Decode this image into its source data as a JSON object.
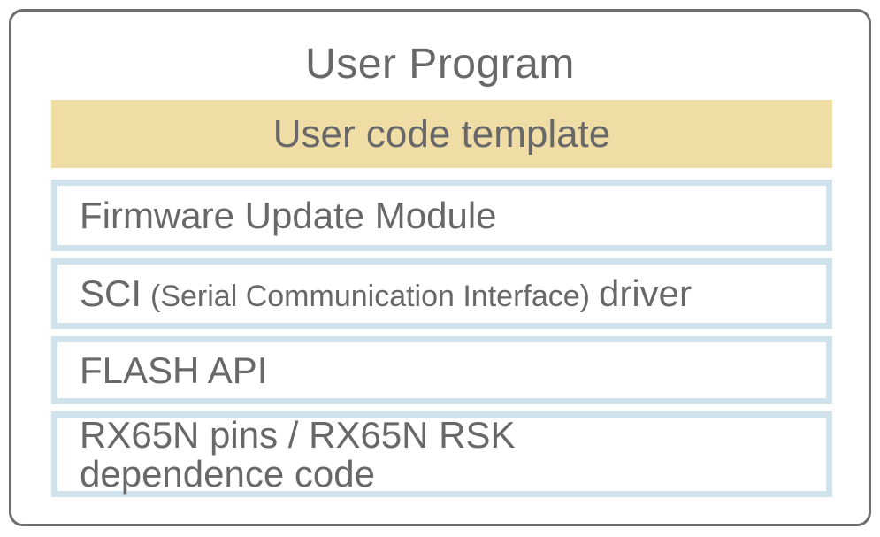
{
  "diagram": {
    "title": "User Program",
    "highlight_box": {
      "label": "User code template"
    },
    "boxes": [
      {
        "label": "Firmware Update Module"
      },
      {
        "pre": "SCI",
        "small": "(Serial Communication Interface)",
        "post": "driver"
      },
      {
        "label": "FLASH API"
      },
      {
        "line1": "RX65N pins / RX65N RSK",
        "line2": "dependence code"
      }
    ],
    "colors": {
      "highlight_bg": "#f0dda6",
      "box_border": "#d0e3ed",
      "outer_border": "#6f6f6f",
      "text": "#686868"
    }
  }
}
